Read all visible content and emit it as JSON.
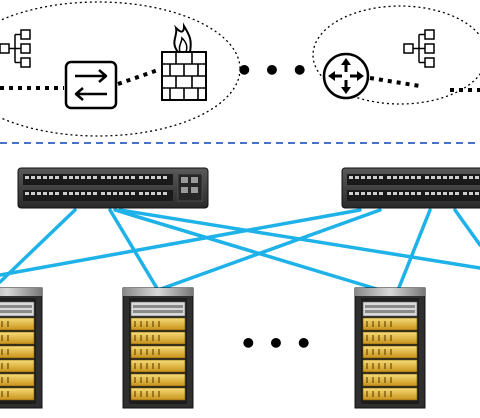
{
  "diagram": {
    "top_zone": {
      "left_cluster": {
        "nodes": [
          {
            "kind": "hierarchy-tree",
            "icon": "hierarchy-tree-icon"
          },
          {
            "kind": "switch",
            "icon": "switch-icon"
          },
          {
            "kind": "firewall",
            "icon": "firewall-icon"
          }
        ]
      },
      "ellipsis": "• • •",
      "right_cluster": {
        "nodes": [
          {
            "kind": "router",
            "icon": "router-icon"
          },
          {
            "kind": "hierarchy-tree",
            "icon": "hierarchy-tree-icon"
          }
        ]
      }
    },
    "separator": {
      "style": "dashed",
      "color": "#4a72c4"
    },
    "switches": [
      {
        "name": "switch-left",
        "icon": "rack-switch-icon"
      },
      {
        "name": "switch-right",
        "icon": "rack-switch-icon"
      }
    ],
    "servers": [
      {
        "name": "server-left",
        "icon": "server-rack-icon"
      },
      {
        "name": "server-middle",
        "icon": "server-rack-icon"
      },
      {
        "name": "server-right",
        "icon": "server-rack-icon"
      }
    ],
    "bottom_ellipsis": "• • •",
    "colors": {
      "link": "#1eb2e8",
      "server_gold": "#e8b830",
      "rack_dark": "#3a3a3a"
    }
  }
}
